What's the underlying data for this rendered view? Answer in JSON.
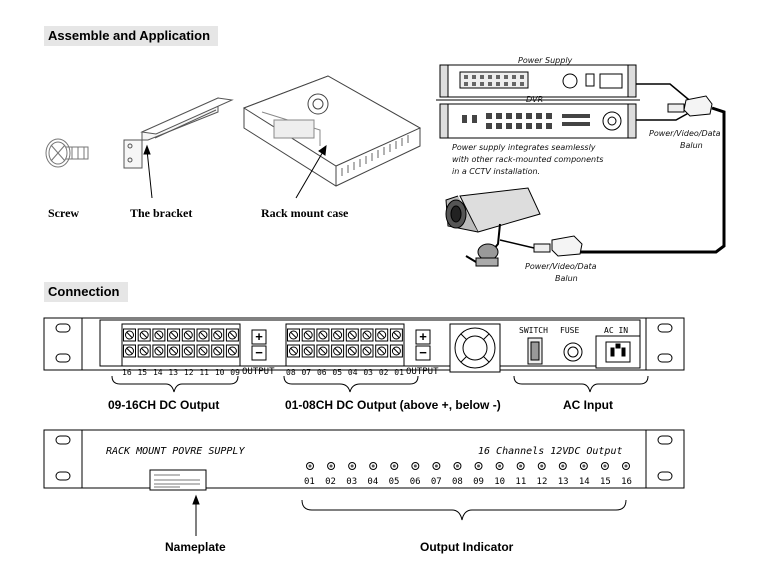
{
  "sections": {
    "assemble_title": "Assemble and Application",
    "connection_title": "Connection"
  },
  "assemble": {
    "screw_label": "Screw",
    "bracket_label": "The bracket",
    "case_label": "Rack mount case",
    "rack": {
      "power_supply_label": "Power Supply",
      "dvr_label": "DVR",
      "note_line1": "Power supply integrates seamlessly",
      "note_line2": "with other rack-mounted components",
      "note_line3": "in a CCTV installation.",
      "balun_top_line1": "Power/Video/Data",
      "balun_top_line2": "Balun",
      "balun_bottom_line1": "Power/Video/Data",
      "balun_bottom_line2": "Balun"
    }
  },
  "rear_panel": {
    "output_left": "OUTPUT",
    "output_right": "OUTPUT",
    "channels_left": [
      "16",
      "15",
      "14",
      "13",
      "12",
      "11",
      "10",
      "09"
    ],
    "channels_right": [
      "08",
      "07",
      "06",
      "05",
      "04",
      "03",
      "02",
      "01"
    ],
    "plus": "+",
    "minus": "−",
    "switch_label": "SWITCH",
    "fuse_label": "FUSE",
    "ac_in_label": "AC IN",
    "caption_left": "09-16CH DC Output",
    "caption_mid": "01-08CH DC Output (above +, below -)",
    "caption_right": "AC Input"
  },
  "front_panel": {
    "brand": "RACK MOUNT POVRE SUPPLY",
    "spec": "16 Channels 12VDC Output",
    "indicators": [
      "01",
      "02",
      "03",
      "04",
      "05",
      "06",
      "07",
      "08",
      "09",
      "10",
      "11",
      "12",
      "13",
      "14",
      "15",
      "16"
    ],
    "caption_nameplate": "Nameplate",
    "caption_indicator": "Output Indicator"
  },
  "colors": {
    "line": "#000000",
    "section_bg": "#e6e6e6",
    "cable": "#000000"
  }
}
